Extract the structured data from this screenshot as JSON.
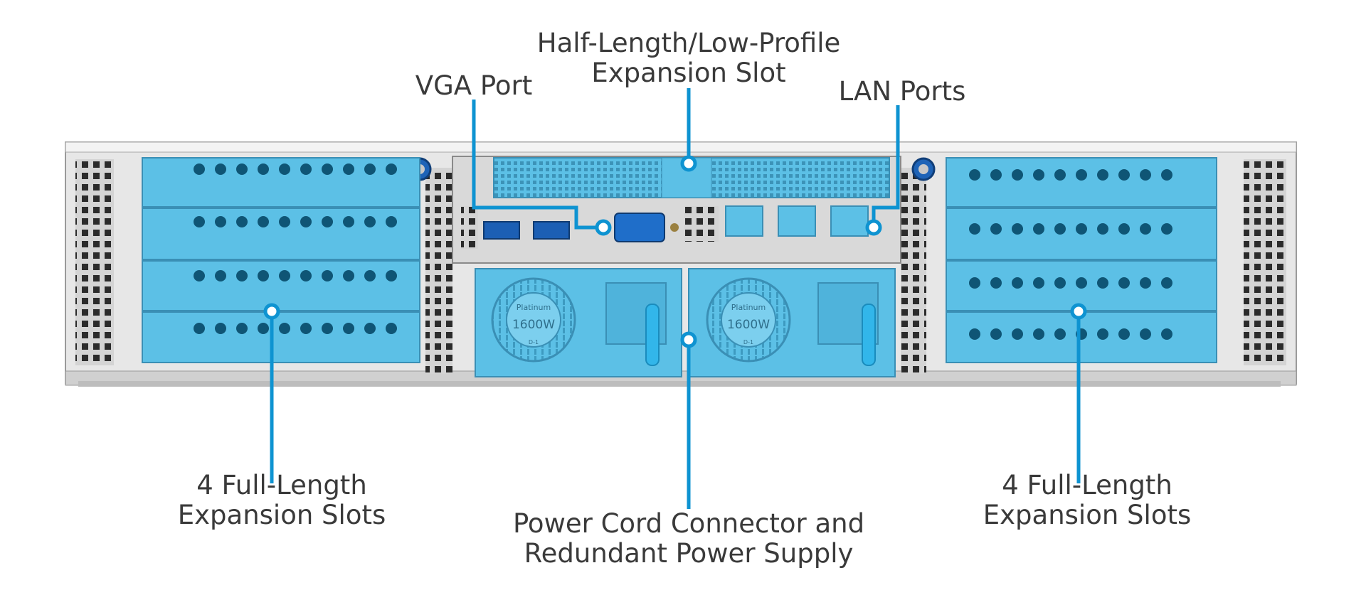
{
  "diagram": {
    "accent_color": "#0e93d1",
    "component_color": "#5cc0e6",
    "labels": {
      "half_length_slot": {
        "line1": "Half-Length/Low-Profile",
        "line2": "Expansion Slot"
      },
      "vga_port": {
        "line1": "VGA Port"
      },
      "lan_ports": {
        "line1": "LAN Ports"
      },
      "left_slots": {
        "line1": "4 Full-Length",
        "line2": "Expansion Slots"
      },
      "right_slots": {
        "line1": "4 Full-Length",
        "line2": "Expansion Slots"
      },
      "power_supply": {
        "line1": "Power Cord Connector and",
        "line2": "Redundant Power Supply"
      }
    },
    "psu_badges": [
      {
        "rating": "Platinum",
        "wattage": "1600W",
        "model": "D-1"
      },
      {
        "rating": "Platinum",
        "wattage": "1600W",
        "model": "D-1"
      }
    ]
  }
}
